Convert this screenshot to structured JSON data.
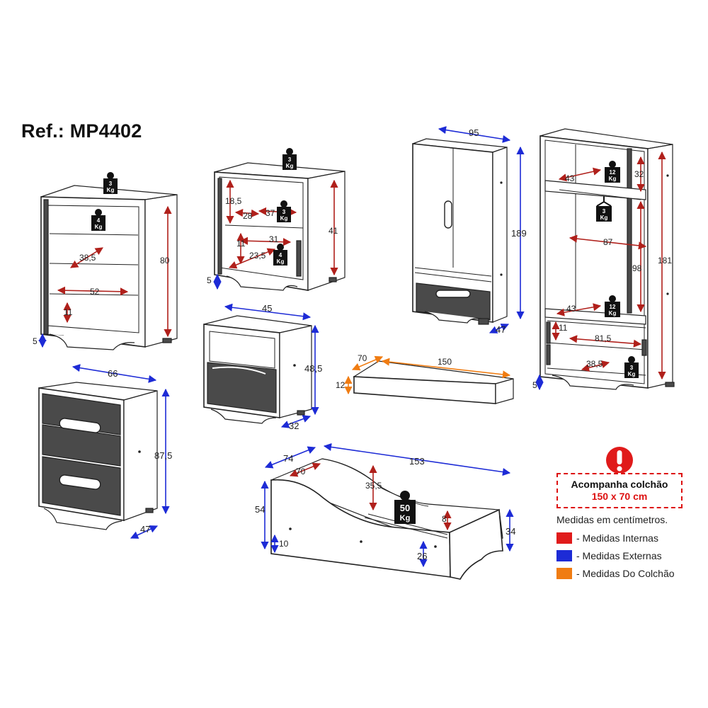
{
  "ref": "Ref.: MP4402",
  "colors": {
    "internal": "#e01b1b",
    "external": "#1d2bd6",
    "mattress": "#f07c12",
    "dark_red": "#b0201b"
  },
  "notice": {
    "line1": "Acompanha colchão",
    "line2": "150 x 70 cm"
  },
  "legend": {
    "note": "Medidas em centímetros.",
    "items": [
      {
        "label": "- Medidas Internas",
        "color": "#e01b1b"
      },
      {
        "label": "- Medidas Externas",
        "color": "#1d2bd6"
      },
      {
        "label": "- Medidas Do Colchão",
        "color": "#f07c12"
      }
    ]
  },
  "weights": {
    "kg": "Kg",
    "chest_top": "3",
    "chest_drawer": "4",
    "nightstand_top": "3",
    "nightstand_shelf": "3",
    "nightstand_drawer": "4",
    "wardrobe_shelf": "12",
    "wardrobe_rod": "3",
    "wardrobe_bottom": "12",
    "wardrobe_drawer": "3",
    "bed": "50"
  },
  "dims": {
    "chest_int_height": "80",
    "chest_int_depth": "38,5",
    "chest_int_width": "52",
    "chest_int_drawer": "11",
    "chest_foot": "5",
    "chest_ext_width": "66",
    "chest_ext_height": "87,5",
    "chest_ext_depth": "47",
    "ns_top_h": "18,5",
    "ns_w1": "28",
    "ns_w2": "37",
    "ns_h": "41",
    "ns_drawer_h": "11",
    "ns_w3": "31",
    "ns_w4": "23,5",
    "ns_foot": "5",
    "ns_ext_width": "45",
    "ns_ext_height": "48,5",
    "ns_ext_depth": "32",
    "wd_ext_width": "95",
    "wd_ext_height": "189",
    "wd_ext_depth": "47",
    "wd_int_top": "43",
    "wd_int_top_h": "32",
    "wd_int_width": "87",
    "wd_int_rod_h": "98",
    "wd_int_height": "181",
    "wd_int_bottom": "43",
    "wd_int_drawer_h": "11",
    "wd_int_drawer_w": "81,5",
    "wd_int_drawer_d": "38,5",
    "wd_foot": "5",
    "mat_depth": "70",
    "mat_length": "150",
    "mat_height": "12",
    "bed_depth": "74",
    "bed_int_depth": "70",
    "bed_length": "153",
    "bed_guard": "35,5",
    "bed_height": "54",
    "bed_slat": "8",
    "bed_foot_h": "34",
    "bed_foot": "10",
    "bed_under": "26"
  }
}
